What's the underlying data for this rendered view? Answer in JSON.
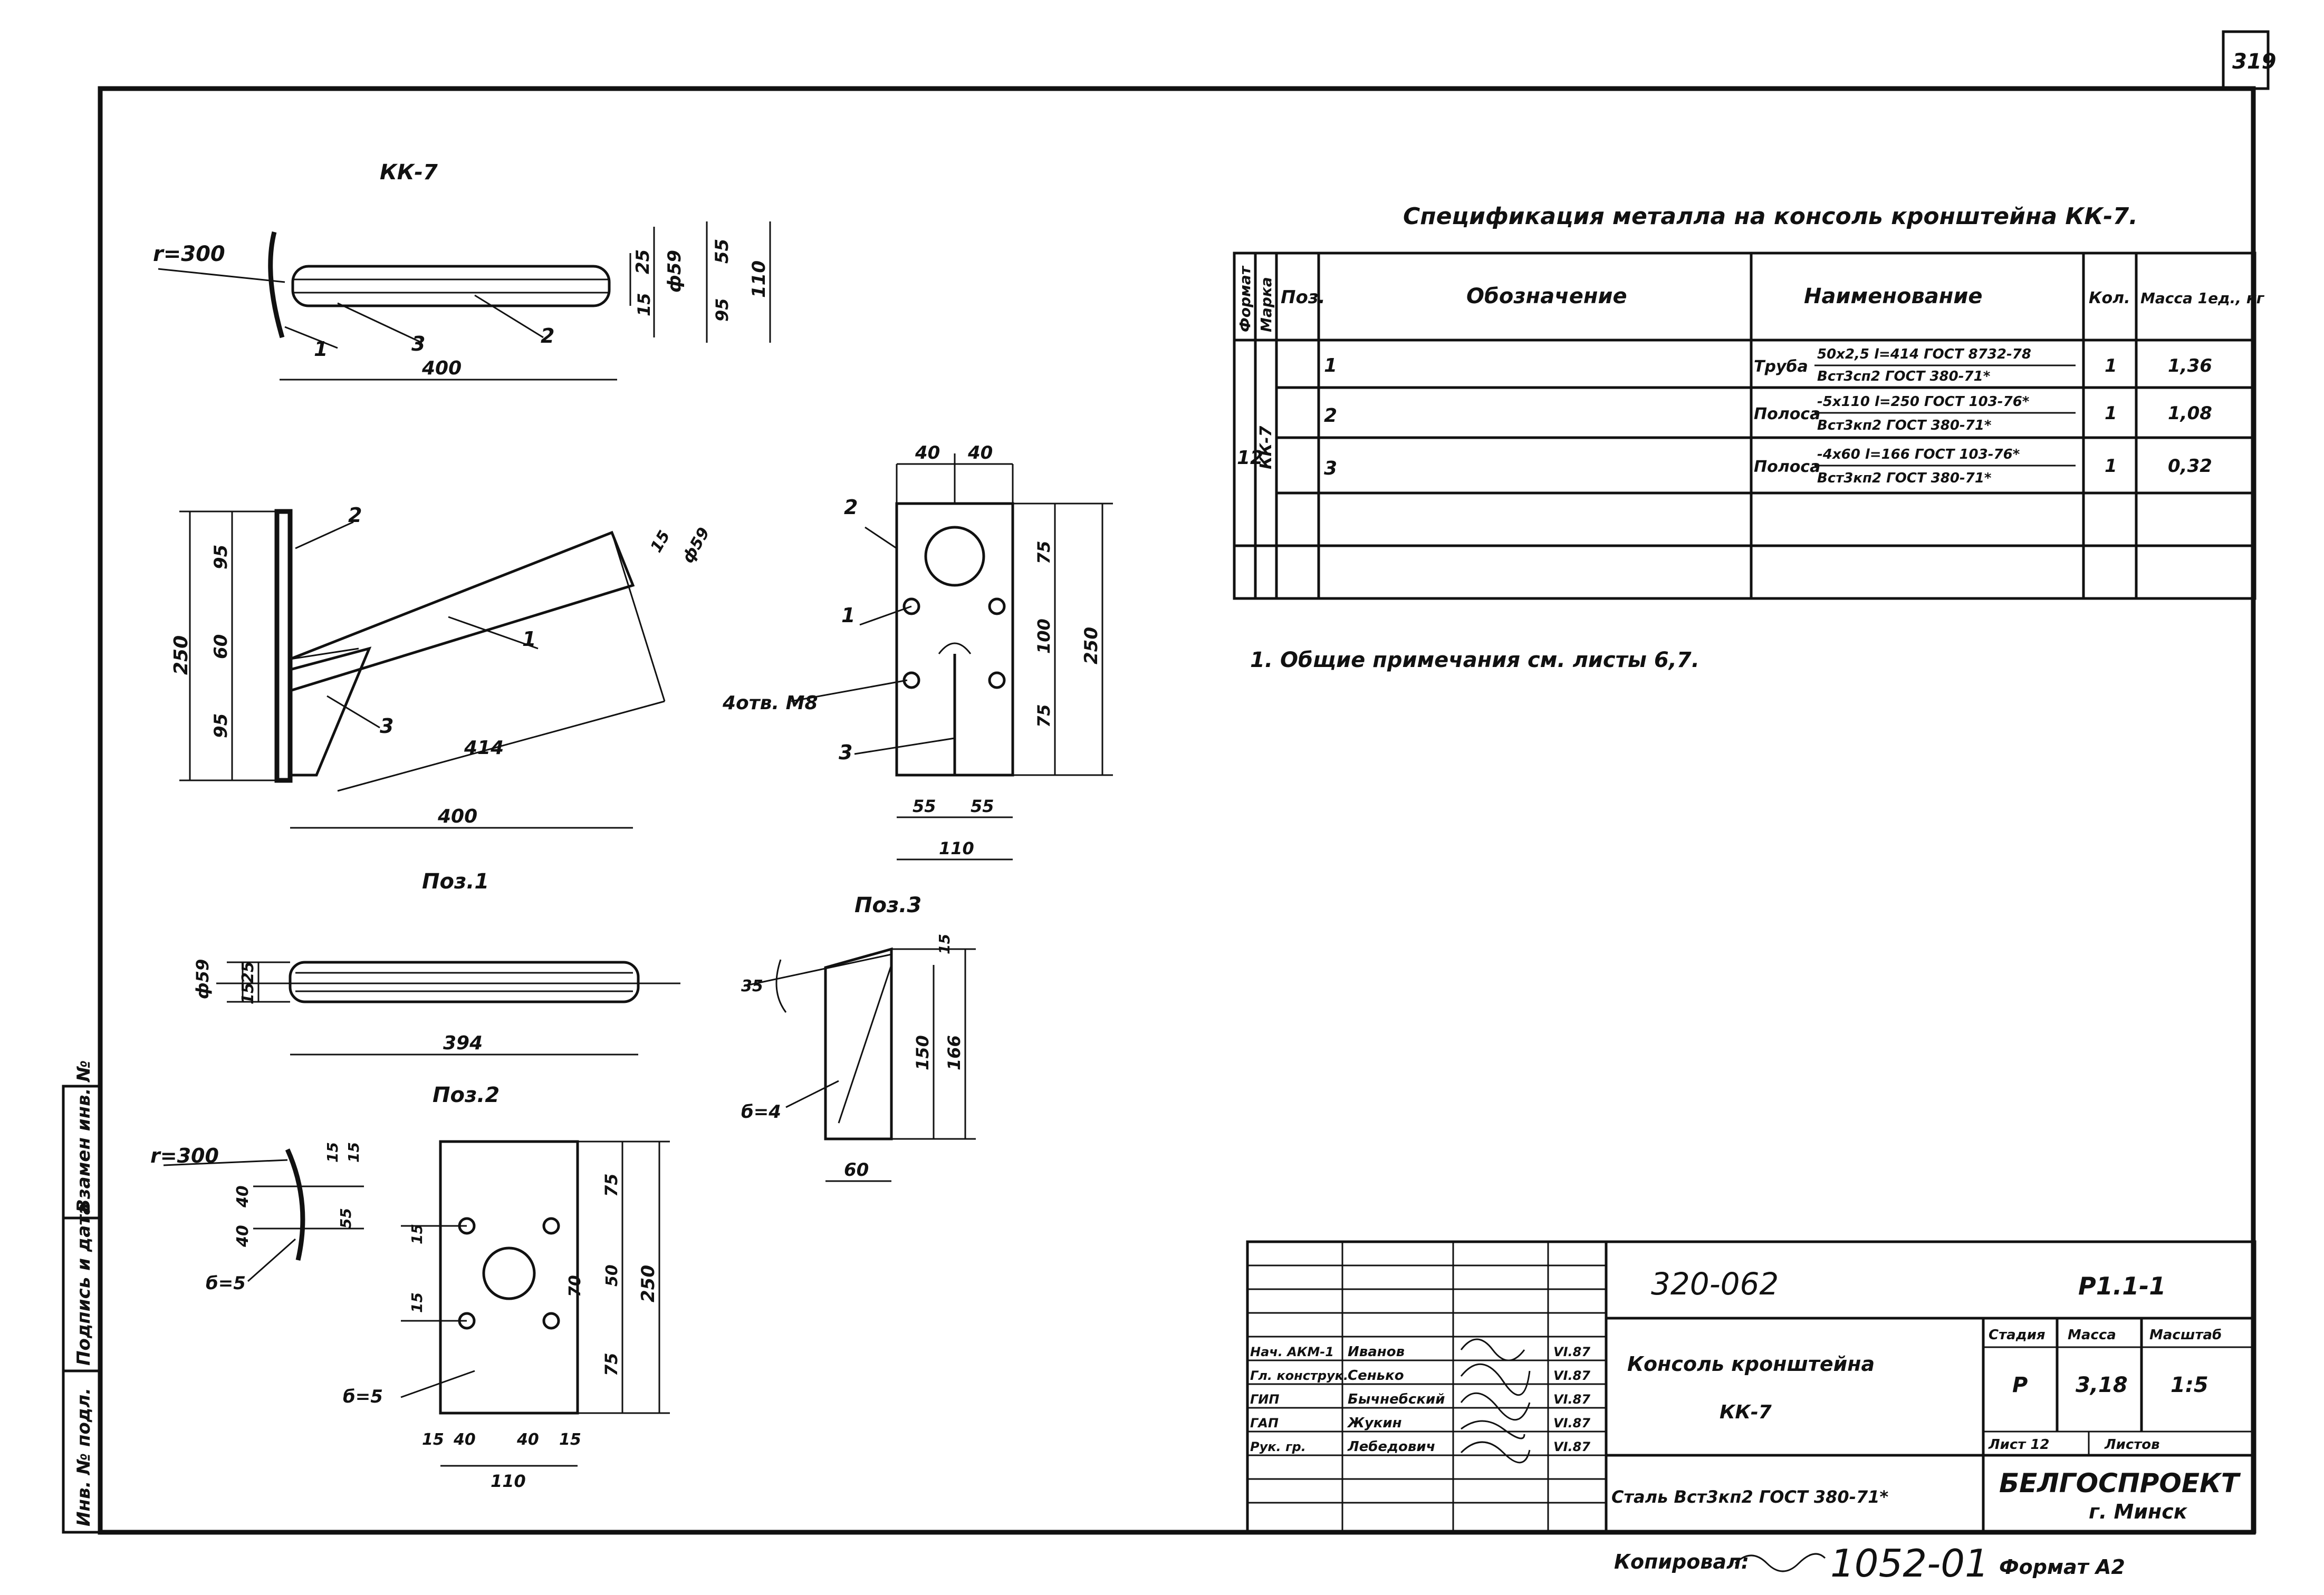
{
  "sheet_number": "319",
  "views": {
    "kk1": "КК-7",
    "pos1": "Поз.1",
    "pos2": "Поз.2",
    "pos3": "Поз.3"
  },
  "dimensions": {
    "r300": "r=300",
    "r300b": "r=300",
    "d25": "25",
    "d59": "ф59",
    "d55": "55",
    "d110": "110",
    "d15": "15",
    "d95": "95",
    "d400": "400",
    "d400b": "400",
    "d414": "414",
    "v95a": "95",
    "v60": "60",
    "v95b": "95",
    "v250": "250",
    "t15": "15",
    "t59": "ф59",
    "w40a": "40",
    "w40b": "40",
    "h75a": "75",
    "h100": "100",
    "h75b": "75",
    "h250": "250",
    "b55a": "55",
    "b55b": "55",
    "b110": "110",
    "holes": "4отв. М8",
    "p1_59": "ф59",
    "p1_25": "25",
    "p1_15": "15",
    "p1_394": "394",
    "p3_15": "15",
    "p3_35": "35",
    "p3_150": "150",
    "p3_166": "166",
    "p3_60": "60",
    "p3_b4": "б=4",
    "p2_40a": "40",
    "p2_40b": "40",
    "p2_15a": "15",
    "p2_15b": "15",
    "p2_55": "55",
    "p2_b5": "б=5",
    "p2_b5b": "б=5",
    "p2_75a": "75",
    "p2_15c": "15",
    "p2_70": "70",
    "p2_50": "50",
    "p2_15d": "15",
    "p2_75b": "75",
    "p2_250": "250",
    "p2_w15a": "15",
    "p2_w40a": "40",
    "p2_w40b": "40",
    "p2_w15b": "15",
    "p2_w110": "110"
  },
  "callouts": [
    "1",
    "2",
    "3",
    "2",
    "1",
    "3",
    "2",
    "1",
    "3"
  ],
  "spec": {
    "title": "Спецификация металла на консоль кронштейна КК-7.",
    "headers": [
      "Формат",
      "Марка",
      "Поз.",
      "Обозначение",
      "Наименование",
      "Кол.",
      "Масса 1ед., кг"
    ],
    "format_cell": "12",
    "mark_cell": "КК-7",
    "rows": [
      {
        "pos": "1",
        "name_prefix": "Труба",
        "name_top": "50х2,5 l=414 ГОСТ 8732-78",
        "name_bottom": "Вст3сп2 ГОСТ 380-71*",
        "qty": "1",
        "mass": "1,36"
      },
      {
        "pos": "2",
        "name_prefix": "Полоса",
        "name_top": "-5х110 l=250 ГОСТ 103-76*",
        "name_bottom": "Вст3кп2 ГОСТ 380-71*",
        "qty": "1",
        "mass": "1,08"
      },
      {
        "pos": "3",
        "name_prefix": "Полоса",
        "name_top": "-4х60 l=166 ГОСТ 103-76*",
        "name_bottom": "Вст3кп2 ГОСТ 380-71*",
        "qty": "1",
        "mass": "0,32"
      }
    ]
  },
  "note": "1. Общие примечания см. листы 6,7.",
  "titleblock": {
    "doc_code": "320-062",
    "sheet_code": "Р1.1-1",
    "col_stage": "Стадия",
    "col_mass": "Масса",
    "col_scale": "Масштаб",
    "stage": "Р",
    "mass": "3,18",
    "scale": "1:5",
    "sheet_label": "Лист 12",
    "sheets_label": "Листов",
    "name_line1": "Консоль кронштейна",
    "name_line2": "КК-7",
    "material": "Сталь Вст3кп2 ГОСТ 380-71*",
    "org_line1": "БЕЛГОСПРОЕКТ",
    "org_line2": "г. Минск",
    "people": [
      {
        "role": "Нач. АКМ-1",
        "name": "Иванов",
        "date": "VI.87"
      },
      {
        "role": "Гл. конструк.",
        "name": "Сенько",
        "date": "VI.87"
      },
      {
        "role": "ГИП",
        "name": "Бычнебский",
        "date": "VI.87"
      },
      {
        "role": "ГАП",
        "name": "Жукин",
        "date": "VI.87"
      },
      {
        "role": "Рук. гр.",
        "name": "Лебедович",
        "date": "VI.87"
      }
    ]
  },
  "side_stamp": {
    "inv_orig": "Инв. № подл.",
    "sign_date": "Подпись и дата",
    "inv_replace": "Взамен инв. №"
  },
  "footer": {
    "copied": "Копировал:",
    "order": "1052-01",
    "format": "Формат А2"
  }
}
